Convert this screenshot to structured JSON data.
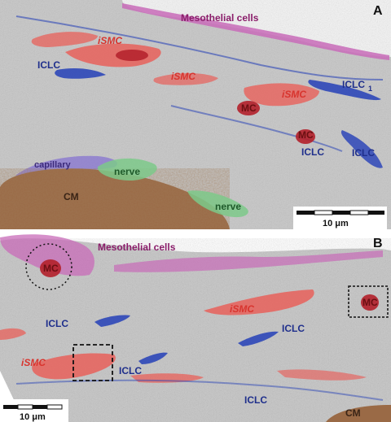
{
  "panel_a": {
    "letter": "A",
    "mesothelial": "Mesothelial cells",
    "ismc_1": "iSMC",
    "ismc_2": "iSMC",
    "ismc_3": "iSMC",
    "iclc_1": "ICLC",
    "iclc_1_sub": "ICLC",
    "iclc_1_index": "1",
    "iclc_2": "ICLC",
    "iclc_3": "ICLC",
    "mc_1": "MC",
    "mc_2": "MC",
    "capillary": "capillary",
    "nerve_1": "nerve",
    "nerve_2": "nerve",
    "cm": "CM",
    "scale": "10 μm"
  },
  "panel_b": {
    "letter": "B",
    "mesothelial": "Mesothelial cells",
    "mc_1": "MC",
    "mc_2": "MC",
    "ismc_1": "iSMC",
    "ismc_2": "iSMC",
    "iclc_1": "ICLC",
    "iclc_2": "ICLC",
    "iclc_3": "ICLC",
    "iclc_4": "ICLC",
    "cm": "CM",
    "scale": "10 μm"
  },
  "colors": {
    "tissue": "#c9c9c9",
    "ismc": "#e8605a",
    "iclc": "#2e47b8",
    "mc": "#b3202a",
    "mesothelial": "#c86bb8",
    "nerve": "#7cc98a",
    "capillary": "#8a78d0",
    "cm": "#9a6a46"
  }
}
